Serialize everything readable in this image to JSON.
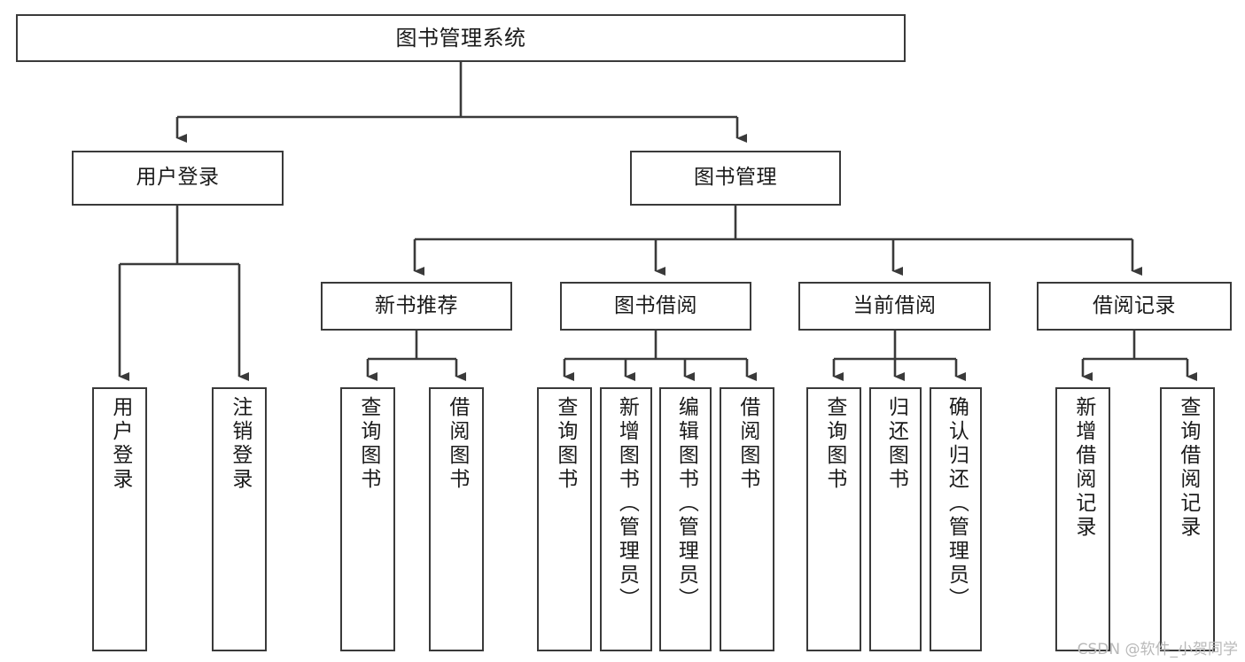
{
  "diagram": {
    "type": "tree-hierarchy-chart",
    "title": "图书管理系统",
    "watermark": "CSDN @软件_小贺同学",
    "colors": {
      "background": "#ffffff",
      "border": "#3a3a3a",
      "text": "#1a1a1a",
      "connector": "#3a3a3a",
      "watermark": "#b9b9b9"
    },
    "levels": {
      "level1": {
        "label": "图书管理系统"
      },
      "level2": [
        {
          "label": "用户登录"
        },
        {
          "label": "图书管理"
        }
      ],
      "level3": [
        {
          "label": "新书推荐"
        },
        {
          "label": "图书借阅"
        },
        {
          "label": "当前借阅"
        },
        {
          "label": "借阅记录"
        }
      ],
      "leaves": {
        "user_login": [
          {
            "label": "用户登录"
          },
          {
            "label": "注销登录"
          }
        ],
        "new_book_recommend": [
          {
            "label": "查询图书"
          },
          {
            "label": "借阅图书"
          }
        ],
        "book_borrow": [
          {
            "label": "查询图书"
          },
          {
            "label": "新增图书（管理员）"
          },
          {
            "label": "编辑图书（管理员）"
          },
          {
            "label": "借阅图书"
          }
        ],
        "current_borrow": [
          {
            "label": "查询图书"
          },
          {
            "label": "归还图书"
          },
          {
            "label": "确认归还（管理员）"
          }
        ],
        "borrow_record": [
          {
            "label": "新增借阅记录"
          },
          {
            "label": "查询借阅记录"
          }
        ]
      }
    }
  }
}
